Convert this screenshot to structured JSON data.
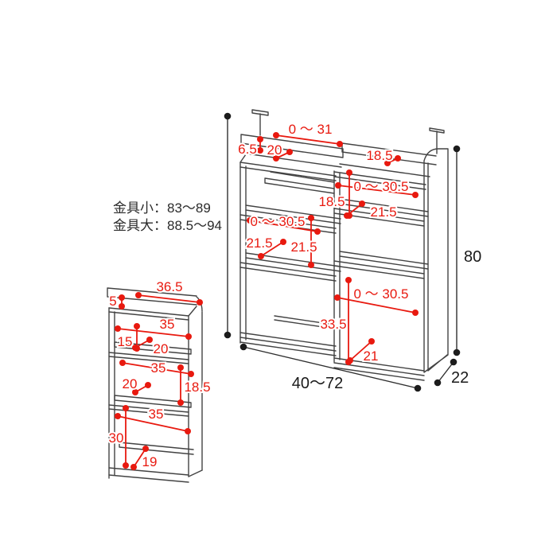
{
  "note": {
    "line1": "金具小：83〜89",
    "line2": "金具大：88.5〜94"
  },
  "main_unit": {
    "dims": {
      "slide_range_top": "0 〜 31",
      "back_rail_height": "6.5",
      "top_depth_left": "20",
      "top_depth_right": "18.5",
      "pitch_mid_right": "18.5",
      "inner_width_mid_right": "0 〜 30.5",
      "shelf_depth_mid_right": "21.5",
      "inner_width_mid_left": "0 〜 30.5",
      "shelf_depth_mid_left": "21.5",
      "pitch_mid_left": "21.5",
      "inner_width_bottom": "0 〜 30.5",
      "bottom_space_height": "33.5",
      "shelf_depth_bottom": "21",
      "overall_width_range": "40〜72",
      "overall_height": "80",
      "overall_depth": "22"
    }
  },
  "small_unit": {
    "dims": {
      "top_width": "36.5",
      "top_rail_height": "5",
      "shelf1_inner_width": "35",
      "shelf1_inner_height": "15",
      "shelf1_depth": "20",
      "shelf2_inner_width": "35",
      "shelf2_depth": "20",
      "shelf2_inner_height": "18.5",
      "shelf3_inner_width": "35",
      "shelf3_inner_height": "30",
      "shelf3_depth": "19"
    }
  }
}
